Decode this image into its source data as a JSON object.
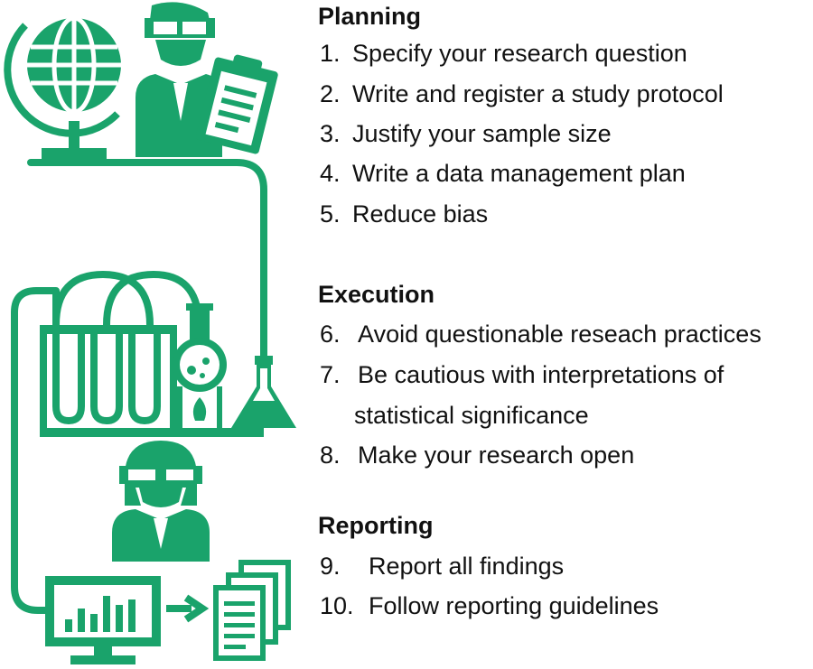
{
  "theme": {
    "accent": "#1aa36b",
    "text": "#111111",
    "background": "#ffffff"
  },
  "icons": [
    "globe-icon",
    "scientist-icon",
    "clipboard-icon",
    "test-tubes-icon",
    "round-flask-icon",
    "burner-icon",
    "conical-flask-icon",
    "researcher-icon",
    "monitor-chart-icon",
    "arrow-icon",
    "documents-icon"
  ],
  "sections": [
    {
      "heading": "Planning",
      "items": [
        {
          "number": "1.",
          "text": "Specify your research question"
        },
        {
          "number": "2.",
          "text": "Write and register a study protocol"
        },
        {
          "number": "3.",
          "text": "Justify your sample size"
        },
        {
          "number": "4.",
          "text": "Write a data management  plan"
        },
        {
          "number": "5.",
          "text": "Reduce bias"
        }
      ]
    },
    {
      "heading": "Execution",
      "items": [
        {
          "number": "6.",
          "text": "Avoid questionable reseach practices"
        },
        {
          "number": "7.",
          "text": "Be cautious with interpretations of"
        },
        {
          "number": "",
          "text": "statistical significance"
        },
        {
          "number": "8.",
          "text": "Make your research open"
        }
      ]
    },
    {
      "heading": "Reporting",
      "items": [
        {
          "number": "9.",
          "text": "Report all findings"
        },
        {
          "number": "10.",
          "text": "Follow reporting guidelines"
        }
      ]
    }
  ]
}
